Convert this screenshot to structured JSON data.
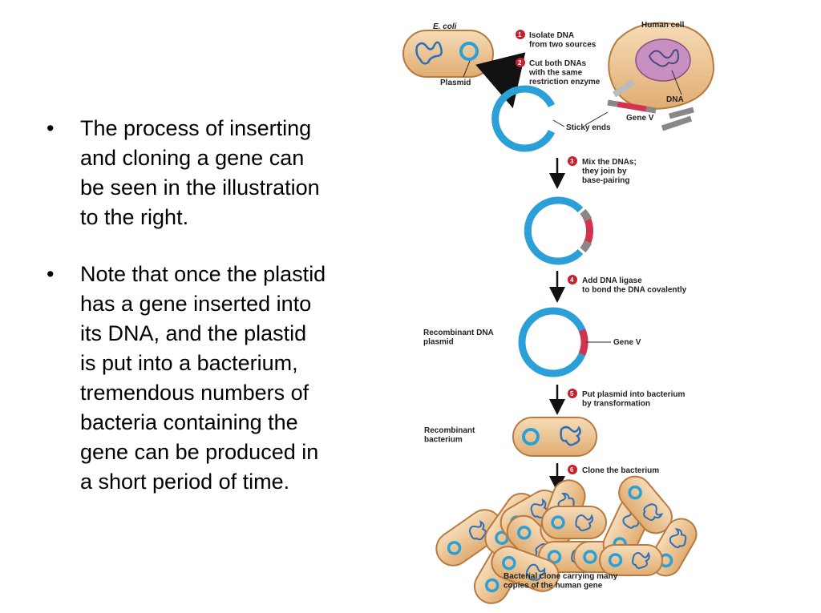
{
  "bullets": [
    "The process of inserting\nand cloning a gene can\nbe seen in the illustration\nto the right.",
    "Note that once the plastid\nhas a gene inserted into\nits DNA, and the plastid\nis put into a bacterium,\ntremendous numbers of\nbacteria containing the\ngene can be produced in\na short period of time."
  ],
  "diagram": {
    "ecoli": "E. coli",
    "plasmid": "Plasmid",
    "human_cell": "Human cell",
    "dna": "DNA",
    "gene_v": "Gene V",
    "sticky_ends": "Sticky ends",
    "recombinant_dna_plasmid": "Recombinant DNA\nplasmid",
    "recombinant_bacterium": "Recombinant\nbacterium",
    "bacterial_clone": "Bacterial clone carrying many\ncopies of the human gene",
    "steps": [
      {
        "n": "1",
        "text": "Isolate DNA\nfrom two sources"
      },
      {
        "n": "2",
        "text": "Cut both DNAs\nwith the same\nrestriction enzyme"
      },
      {
        "n": "3",
        "text": "Mix the DNAs;\nthey join by\nbase-pairing"
      },
      {
        "n": "4",
        "text": "Add DNA ligase\nto bond the DNA covalently"
      },
      {
        "n": "5",
        "text": "Put plasmid into bacterium\nby transformation"
      },
      {
        "n": "6",
        "text": "Clone the bacterium"
      }
    ],
    "colors": {
      "plasmid_blue": "#2a9fd8",
      "gene_red": "#d2344f",
      "cell_fill": "#eec79a",
      "cell_edge": "#b87a3e",
      "dna_gray": "#888888",
      "step_badge": "#c8202f"
    }
  }
}
